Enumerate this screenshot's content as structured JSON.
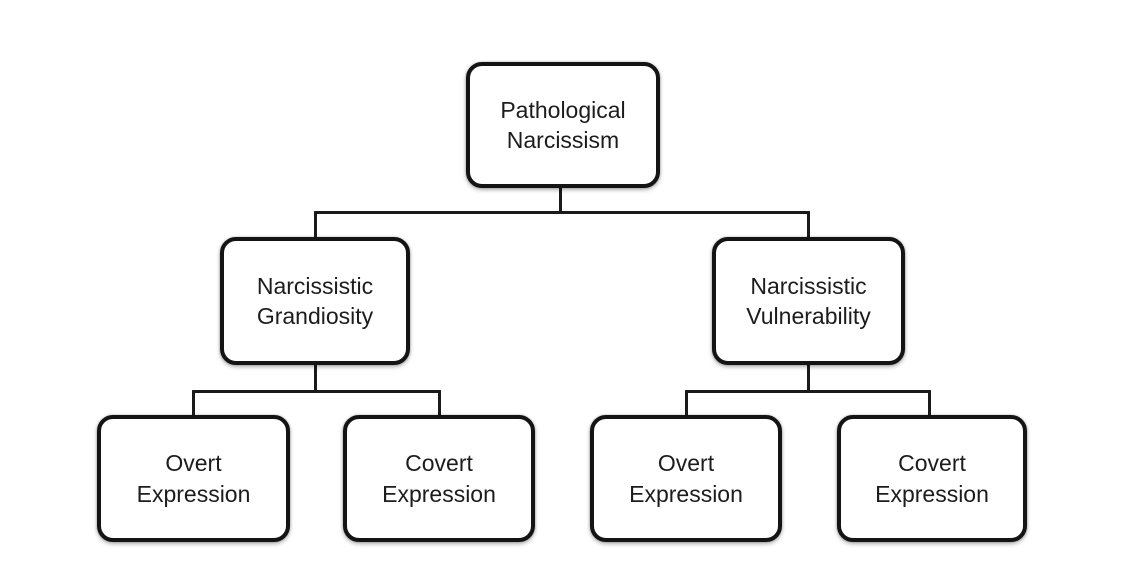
{
  "colors": {
    "background": "#ffffff",
    "line": "#1a1a1a",
    "box_border": "#141414",
    "text": "#1c1c1c"
  },
  "diagram": {
    "type": "tree",
    "nodes": [
      {
        "id": "pathological-narcissism",
        "level": 0,
        "parent": null,
        "lines": [
          "Pathological",
          "Narcissism"
        ]
      },
      {
        "id": "narcissistic-grandiosity",
        "level": 1,
        "parent": "pathological-narcissism",
        "lines": [
          "Narcissistic",
          "Grandiosity"
        ]
      },
      {
        "id": "narcissistic-vulnerability",
        "level": 1,
        "parent": "pathological-narcissism",
        "lines": [
          "Narcissistic",
          "Vulnerability"
        ]
      },
      {
        "id": "grandiosity-overt-expression",
        "level": 2,
        "parent": "narcissistic-grandiosity",
        "lines": [
          "Overt",
          "Expression"
        ]
      },
      {
        "id": "grandiosity-covert-expression",
        "level": 2,
        "parent": "narcissistic-grandiosity",
        "lines": [
          "Covert",
          "Expression"
        ]
      },
      {
        "id": "vulnerability-overt-expression",
        "level": 2,
        "parent": "narcissistic-vulnerability",
        "lines": [
          "Overt",
          "Expression"
        ]
      },
      {
        "id": "vulnerability-covert-expression",
        "level": 2,
        "parent": "narcissistic-vulnerability",
        "lines": [
          "Covert",
          "Expression"
        ]
      }
    ]
  }
}
